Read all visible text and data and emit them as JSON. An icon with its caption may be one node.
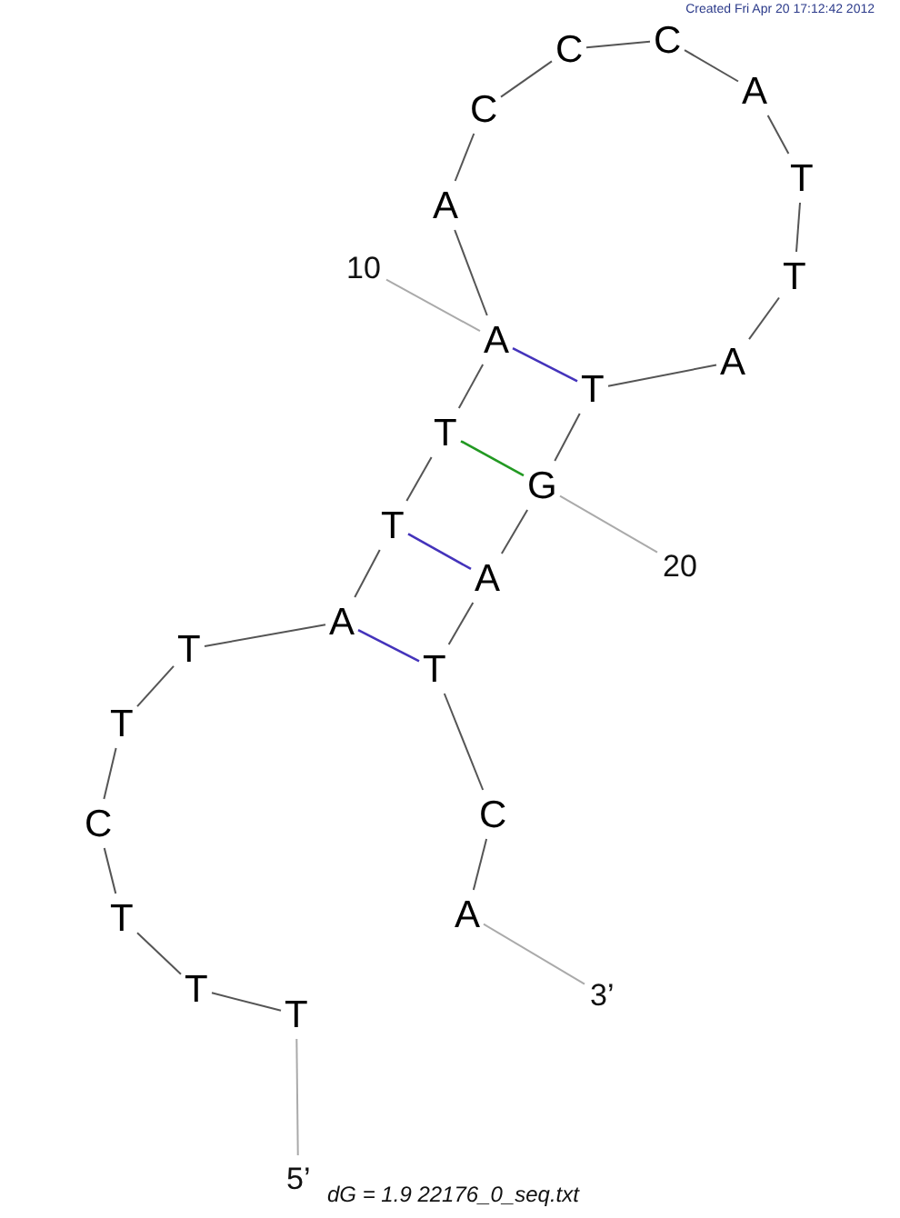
{
  "diagram": {
    "caption": "dG = 1.9 22176_0_seq.txt",
    "nodes": [
      {
        "text": [
          "T"
        ]
      },
      {
        "text": [
          "T"
        ]
      },
      {
        "text": [
          "T"
        ]
      },
      {
        "text": [
          "C"
        ]
      },
      {
        "text": [
          "T"
        ]
      },
      {
        "text": [
          "T"
        ]
      },
      {
        "text": [
          "A"
        ]
      },
      {
        "text": [
          "T"
        ]
      },
      {
        "text": [
          "T"
        ]
      },
      {
        "text": [
          "A"
        ]
      },
      {
        "text": [
          "A"
        ]
      },
      {
        "text": [
          "C"
        ]
      },
      {
        "text": [
          "C"
        ]
      },
      {
        "text": [
          "C"
        ]
      },
      {
        "text": [
          "A"
        ]
      },
      {
        "text": [
          "T"
        ]
      },
      {
        "text": [
          "T"
        ]
      },
      {
        "text": [
          "A"
        ]
      },
      {
        "text": [
          "T"
        ]
      },
      {
        "text": [
          "G"
        ]
      },
      {
        "text": [
          "A"
        ]
      },
      {
        "text": [
          "T"
        ]
      },
      {
        "text": [
          "C"
        ]
      },
      {
        "text": [
          "A"
        ]
      },
      {
        "text": [
          "10"
        ]
      },
      {
        "text": [
          "20"
        ]
      },
      {
        "text": [
          "3’"
        ]
      },
      {
        "text": [
          "5’"
        ]
      }
    ],
    "edges": [
      {
        "from": 0,
        "to": 1,
        "arrow": "none"
      },
      {
        "from": 1,
        "to": 2,
        "arrow": "none"
      },
      {
        "from": 2,
        "to": 3,
        "arrow": "none"
      },
      {
        "from": 3,
        "to": 4,
        "arrow": "none"
      },
      {
        "from": 4,
        "to": 5,
        "arrow": "none"
      },
      {
        "from": 5,
        "to": 6,
        "arrow": "none"
      },
      {
        "from": 6,
        "to": 7,
        "arrow": "none"
      },
      {
        "from": 7,
        "to": 8,
        "arrow": "none"
      },
      {
        "from": 8,
        "to": 9,
        "arrow": "none"
      },
      {
        "from": 9,
        "to": 10,
        "arrow": "none"
      },
      {
        "from": 10,
        "to": 11,
        "arrow": "none"
      },
      {
        "from": 11,
        "to": 12,
        "arrow": "none"
      },
      {
        "from": 12,
        "to": 13,
        "arrow": "none"
      },
      {
        "from": 13,
        "to": 14,
        "arrow": "none"
      },
      {
        "from": 14,
        "to": 15,
        "arrow": "none"
      },
      {
        "from": 15,
        "to": 16,
        "arrow": "none"
      },
      {
        "from": 16,
        "to": 17,
        "arrow": "none"
      },
      {
        "from": 17,
        "to": 18,
        "arrow": "none"
      },
      {
        "from": 18,
        "to": 19,
        "arrow": "none"
      },
      {
        "from": 19,
        "to": 20,
        "arrow": "none"
      },
      {
        "from": 20,
        "to": 21,
        "arrow": "none"
      },
      {
        "from": 21,
        "to": 22,
        "arrow": "none"
      },
      {
        "from": 22,
        "to": 23,
        "arrow": "none"
      },
      {
        "from": 9,
        "to": 18,
        "arrow": "none",
        "color": "#4433bb"
      },
      {
        "from": 8,
        "to": 19,
        "arrow": "none",
        "color": "#229922"
      },
      {
        "from": 7,
        "to": 20,
        "arrow": "none",
        "color": "#4433bb"
      },
      {
        "from": 6,
        "to": 21,
        "arrow": "none",
        "color": "#4433bb"
      },
      {
        "from": 24,
        "to": 9,
        "arrow": "none",
        "color": "#aaaaaa"
      },
      {
        "from": 25,
        "to": 19,
        "arrow": "none",
        "color": "#aaaaaa"
      },
      {
        "from": 23,
        "to": 26,
        "arrow": "none",
        "color": "#aaaaaa"
      },
      {
        "from": 0,
        "to": 27,
        "arrow": "none",
        "color": "#aaaaaa"
      }
    ],
    "labels": [
      "Created Fri Apr 20 17:12:42 2012"
    ]
  }
}
